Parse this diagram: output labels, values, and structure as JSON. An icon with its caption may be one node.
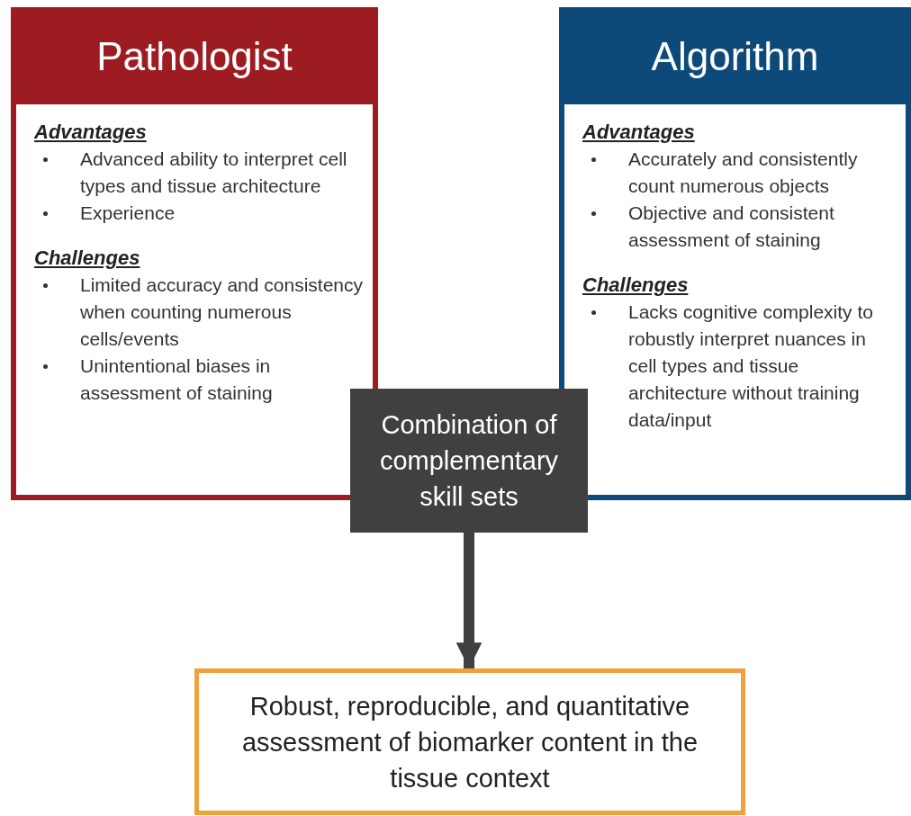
{
  "diagram": {
    "nodes": [
      {
        "text": [
          "Pathologist",
          "Advantages",
          "Advanced ability to interpret cell types and tissue architecture",
          "Experience",
          "Challenges",
          "Limited accuracy and consistency when counting numerous cells/events",
          "Unintentional biases in assessment of staining"
        ]
      },
      {
        "text": [
          "Algorithm",
          "Advantages",
          "Accurately and consistently count numerous objects",
          "Objective and consistent assessment of staining",
          "Challenges",
          "Lacks cognitive complexity to robustly interpret nuances in cell types and tissue architecture without training data/input"
        ]
      },
      {
        "text": [
          "Combination of complementary skill sets"
        ]
      },
      {
        "text": [
          "Robust, reproducible, and quantitative assessment of biomarker content in the tissue context"
        ]
      }
    ],
    "edges": [
      {
        "from": 2,
        "to": 3,
        "arrow": "to"
      }
    ]
  }
}
